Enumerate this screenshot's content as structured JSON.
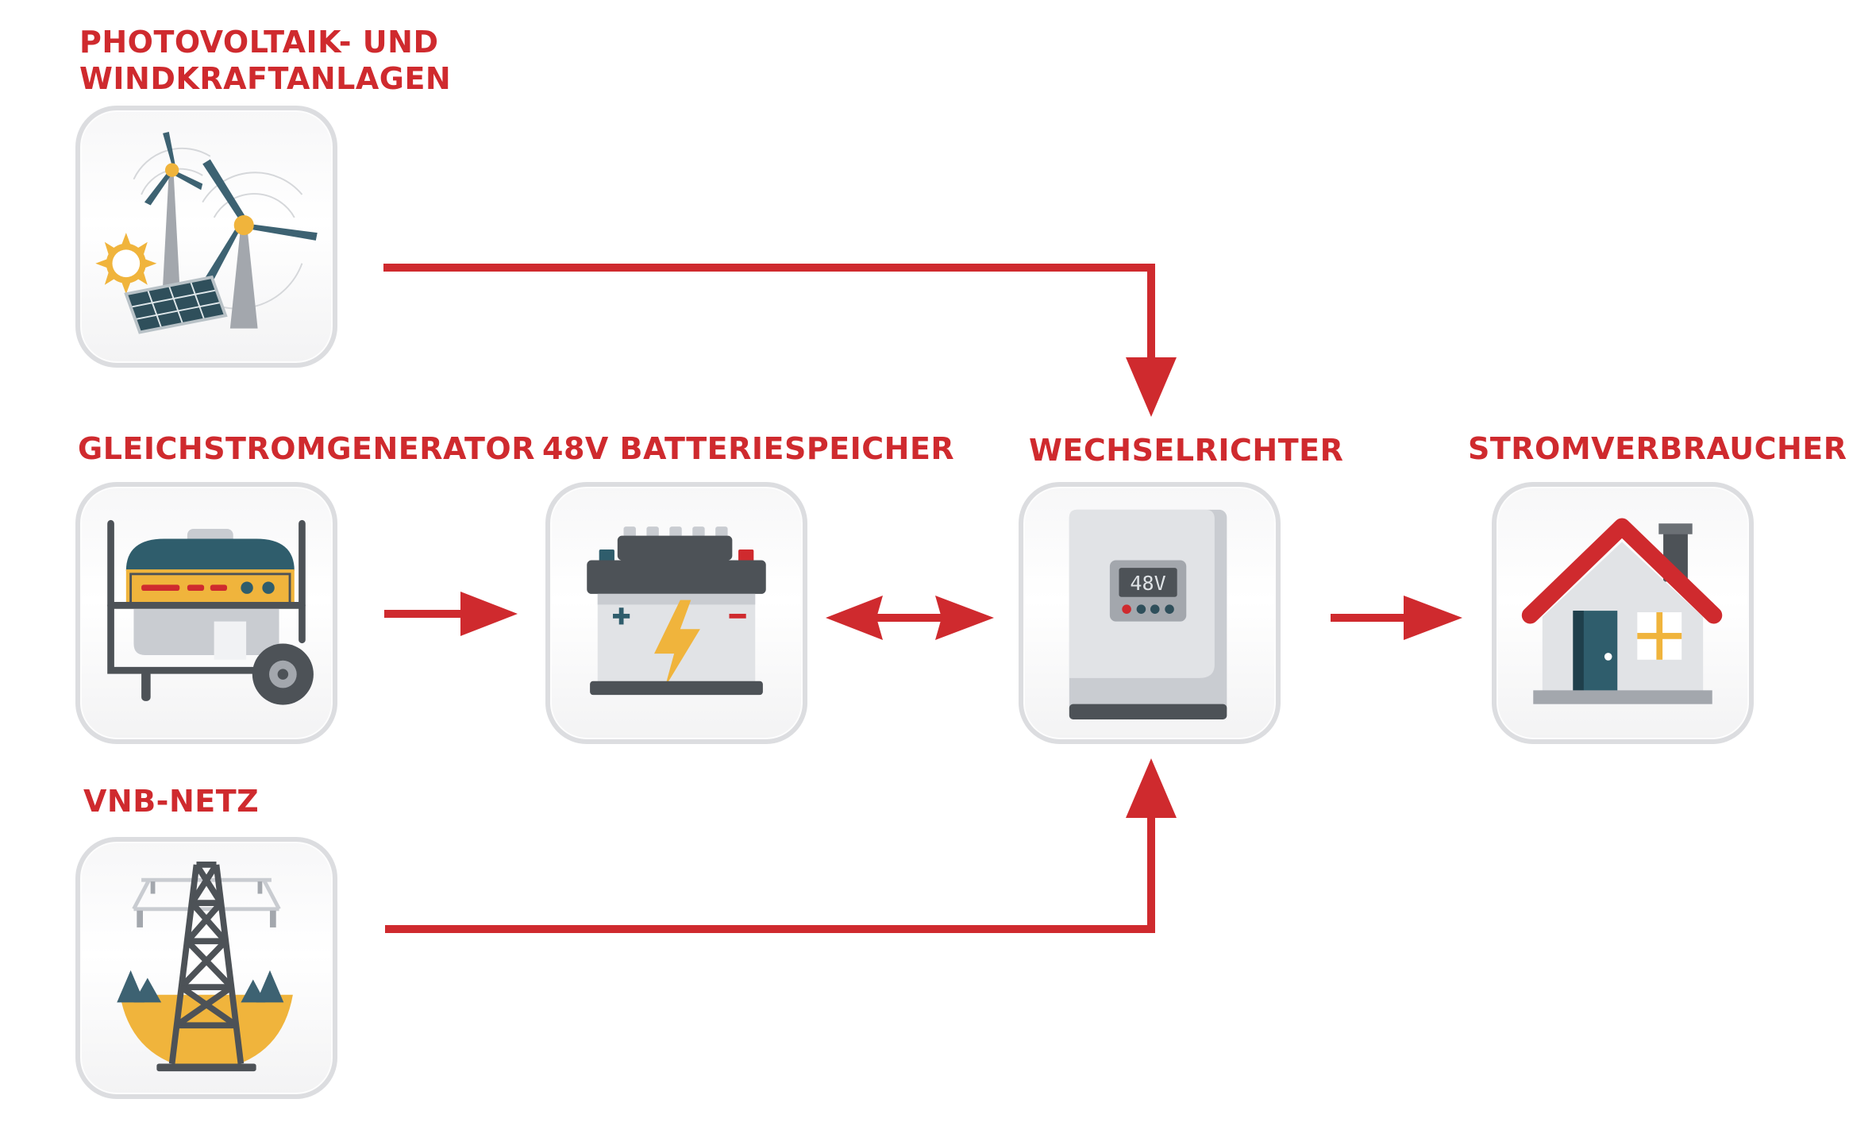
{
  "nodes": {
    "pv": {
      "title_line1": "PHOTOVOLTAIK- UND",
      "title_line2": "WINDKRAFTANLAGEN",
      "icon": "solar-wind-icon"
    },
    "generator": {
      "title": "GLEICHSTROMGENERATOR",
      "icon": "generator-icon"
    },
    "battery": {
      "title": "48V BATTERIESPEICHER",
      "icon": "battery-icon"
    },
    "inverter": {
      "title": "WECHSELRICHTER",
      "display": "48V",
      "icon": "inverter-icon"
    },
    "consumer": {
      "title": "STROMVERBRAUCHER",
      "icon": "house-icon"
    },
    "grid": {
      "title": "VNB-NETZ",
      "icon": "power-pylon-icon"
    }
  },
  "colors": {
    "accent": "#cf2a2e",
    "tile_border": "#dcdde0",
    "icon_dark": "#4d5257",
    "icon_yellow": "#f0b43c",
    "icon_teal": "#2b5d6e"
  }
}
